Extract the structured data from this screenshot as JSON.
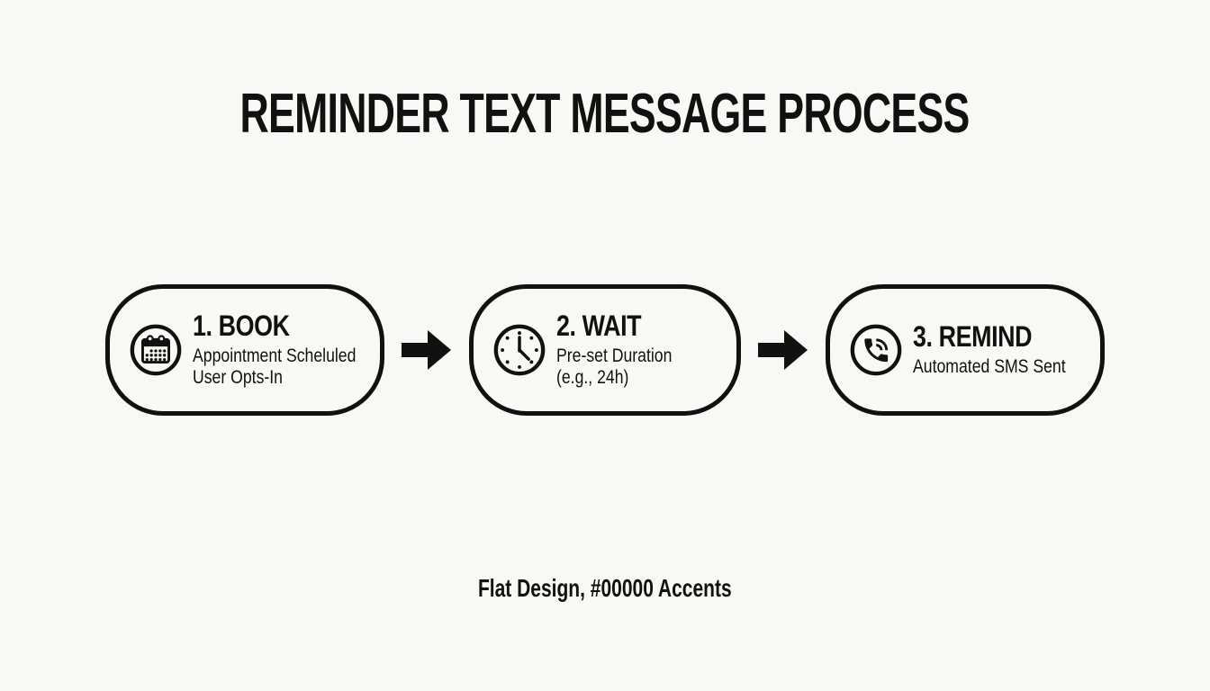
{
  "page": {
    "title": "REMINDER TEXT MESSAGE PROCESS",
    "caption": "Flat Design, #00000 Accents"
  },
  "steps": [
    {
      "icon": "calendar-icon",
      "title": "1. BOOK",
      "lines": [
        "Appointment Scheluled",
        "User Opts-In"
      ]
    },
    {
      "icon": "clock-icon",
      "title": "2. WAIT",
      "lines": [
        "Pre-set Duration",
        "(e.g., 24h)"
      ]
    },
    {
      "icon": "phone-icon",
      "title": "3. REMIND",
      "lines": [
        "Automated SMS Sent"
      ]
    }
  ],
  "icons": {
    "step1": "calendar-icon",
    "step2": "clock-icon",
    "step3": "phone-icon",
    "connector": "arrow-right-icon"
  },
  "colors": {
    "accent": "#111111",
    "background": "#f8f8f6"
  }
}
